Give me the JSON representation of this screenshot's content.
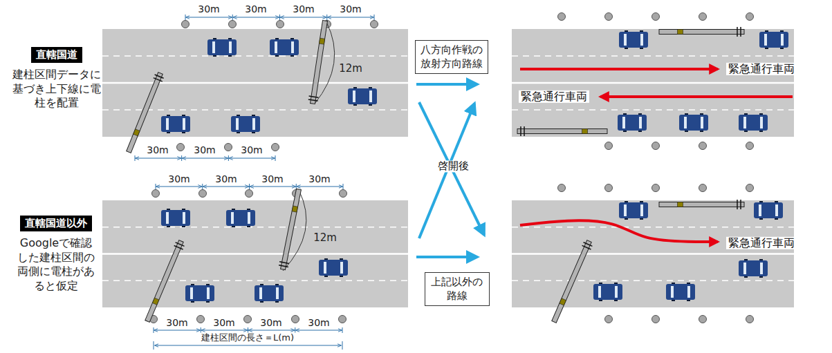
{
  "diagram": {
    "nodes": [
      {
        "text": [
          "直轄国道",
          "建柱区間データに基づき上下線に電柱を配置"
        ]
      },
      {
        "text": [
          "直轄国道以外",
          "Googleで確認した建柱区間の両側に電柱があると仮定"
        ]
      },
      {
        "text": [
          "八方向作戦の放射方向路線"
        ]
      },
      {
        "text": [
          "上記以外の路線"
        ]
      }
    ],
    "labels": [
      "30m",
      "30m",
      "30m",
      "30m",
      "12m",
      "30m",
      "30m",
      "30m",
      "30m",
      "30m",
      "30m",
      "30m",
      "12m",
      "30m",
      "30m",
      "30m",
      "30m",
      "建柱区間の長さ＝L(m)",
      "啓開後",
      "緊急通行車両",
      "緊急通行車両",
      "緊急通行車両"
    ]
  }
}
